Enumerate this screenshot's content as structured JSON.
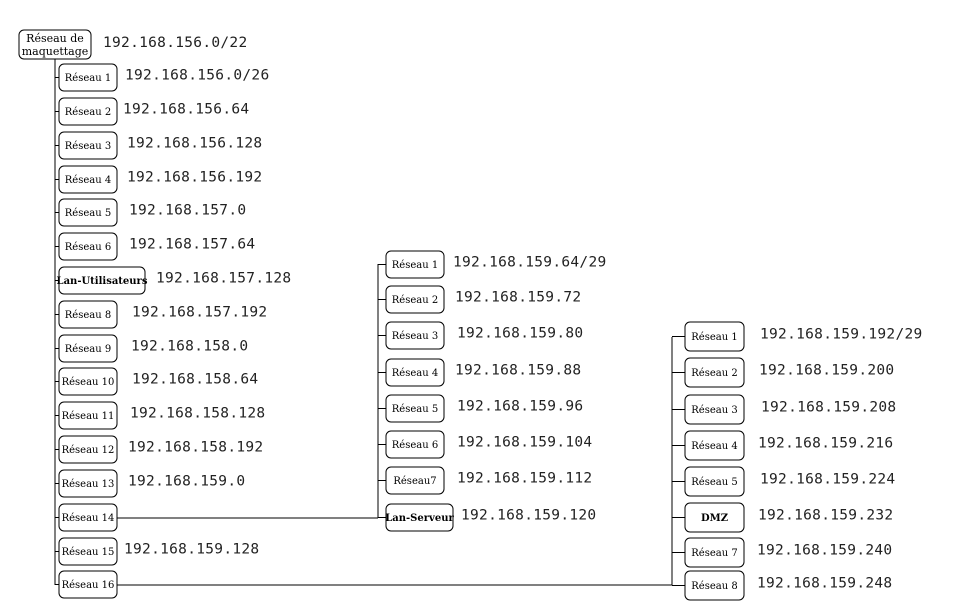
{
  "root": {
    "label_line1": "Réseau de",
    "label_line2": "maquettage",
    "address": "192.168.156.0/22"
  },
  "col1": [
    {
      "label": "Réseau 1",
      "address": "192.168.156.0/26"
    },
    {
      "label": "Réseau 2",
      "address": "192.168.156.64"
    },
    {
      "label": "Réseau 3",
      "address": "192.168.156.128"
    },
    {
      "label": "Réseau 4",
      "address": "192.168.156.192"
    },
    {
      "label": "Réseau 5",
      "address": "192.168.157.0"
    },
    {
      "label": "Réseau 6",
      "address": "192.168.157.64"
    },
    {
      "label": "Lan-Utilisateurs",
      "address": "192.168.157.128"
    },
    {
      "label": "Réseau 8",
      "address": "192.168.157.192"
    },
    {
      "label": "Réseau 9",
      "address": "192.168.158.0"
    },
    {
      "label": "Réseau 10",
      "address": "192.168.158.64"
    },
    {
      "label": "Réseau 11",
      "address": "192.168.158.128"
    },
    {
      "label": "Réseau 12",
      "address": "192.168.158.192"
    },
    {
      "label": "Réseau 13",
      "address": "192.168.159.0"
    },
    {
      "label": "Réseau 14",
      "address": ""
    },
    {
      "label": "Réseau 15",
      "address": "192.168.159.128"
    },
    {
      "label": "Réseau 16",
      "address": ""
    }
  ],
  "col2": [
    {
      "label": "Réseau 1",
      "address": "192.168.159.64/29"
    },
    {
      "label": "Réseau 2",
      "address": "192.168.159.72"
    },
    {
      "label": "Réseau 3",
      "address": "192.168.159.80"
    },
    {
      "label": "Réseau 4",
      "address": "192.168.159.88"
    },
    {
      "label": "Réseau 5",
      "address": "192.168.159.96"
    },
    {
      "label": "Réseau 6",
      "address": "192.168.159.104"
    },
    {
      "label": "Réseau7",
      "address": "192.168.159.112"
    },
    {
      "label": "Lan-Serveur",
      "address": "192.168.159.120"
    }
  ],
  "col3": [
    {
      "label": "Réseau 1",
      "address": "192.168.159.192/29"
    },
    {
      "label": "Réseau 2",
      "address": "192.168.159.200"
    },
    {
      "label": "Réseau 3",
      "address": "192.168.159.208"
    },
    {
      "label": "Réseau 4",
      "address": "192.168.159.216"
    },
    {
      "label": "Réseau 5",
      "address": "192.168.159.224"
    },
    {
      "label": "DMZ",
      "address": "192.168.159.232"
    },
    {
      "label": "Réseau 7",
      "address": "192.168.159.240"
    },
    {
      "label": "Réseau 8",
      "address": "192.168.159.248"
    }
  ]
}
